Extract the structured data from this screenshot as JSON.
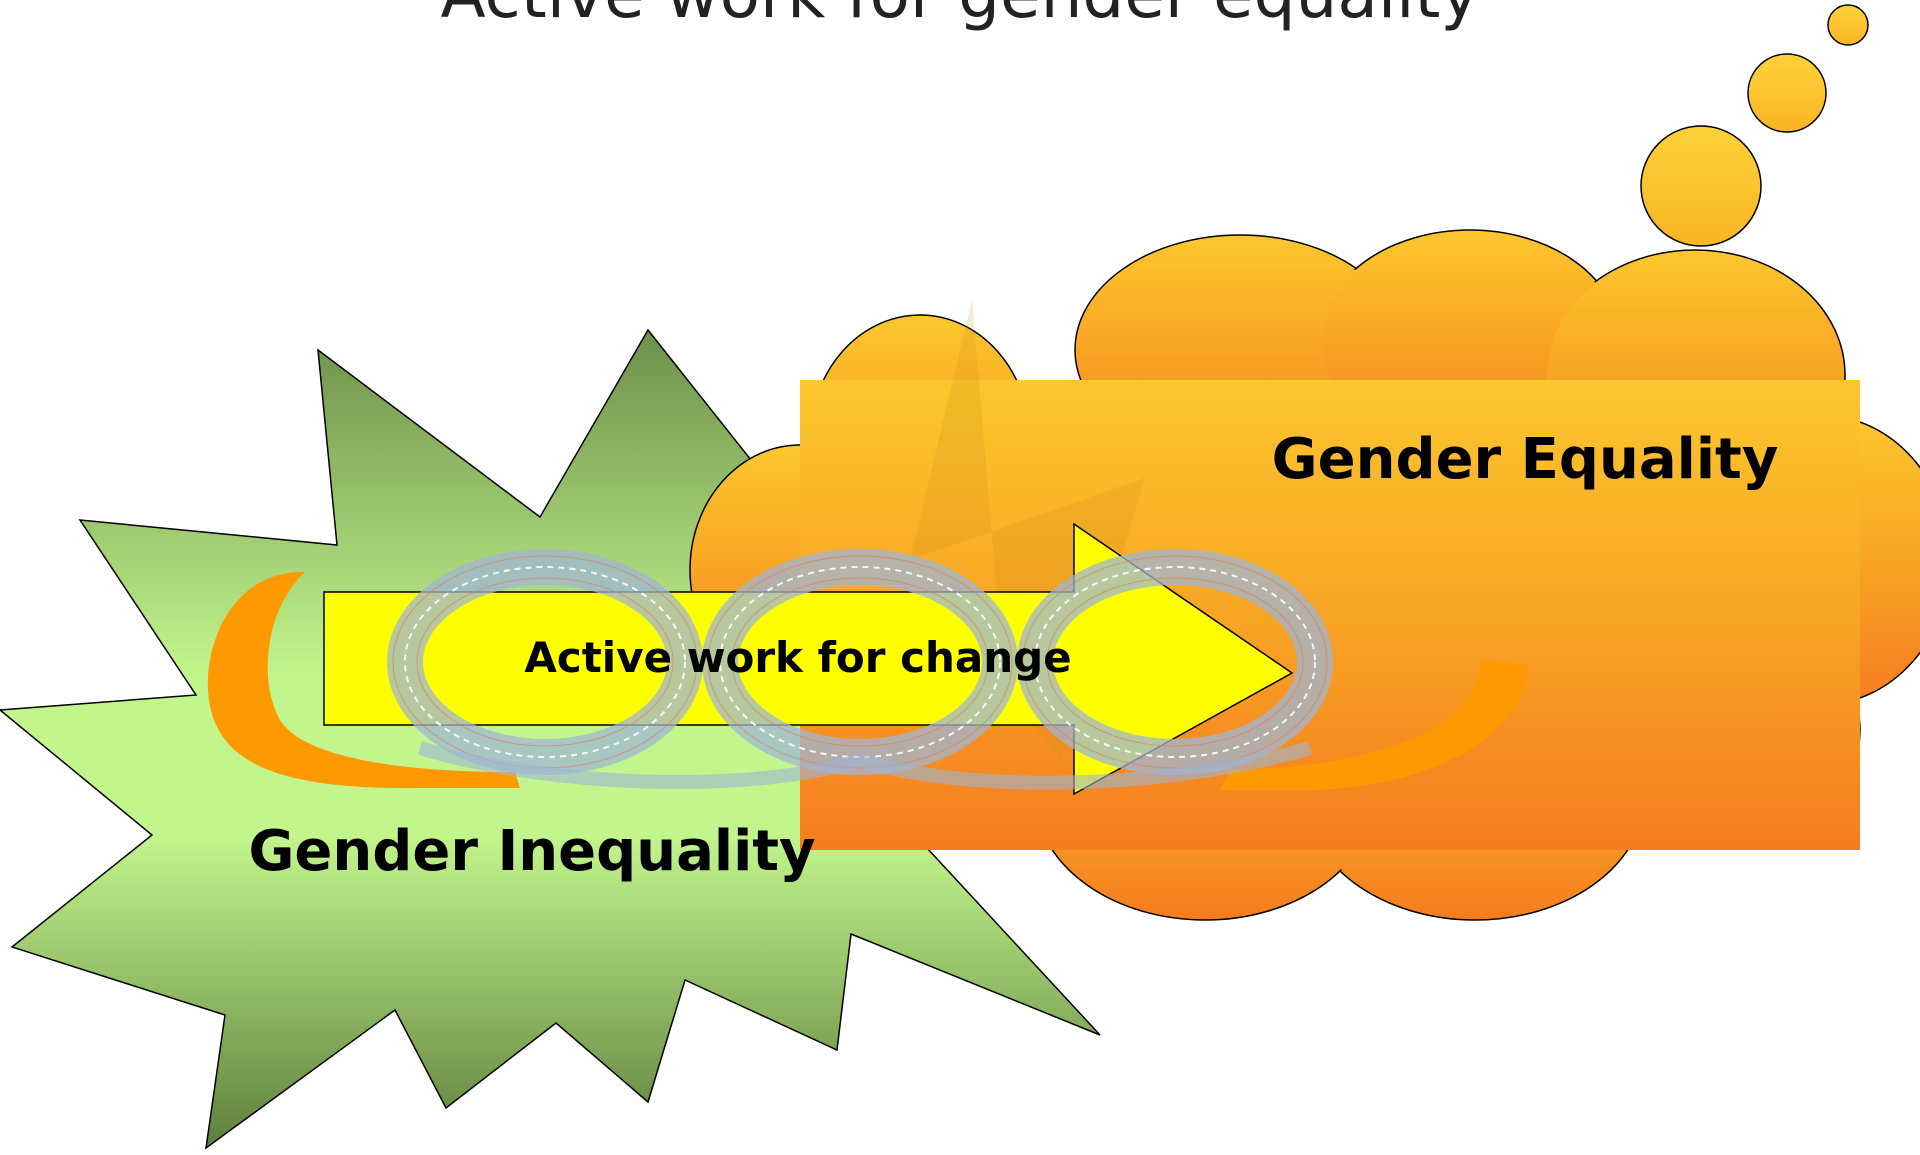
{
  "title": "Active work for gender equality",
  "shapes": {
    "inequality": {
      "label": "Gender Inequality",
      "fill_light": "#c2f58c",
      "fill_dark": "#6e8f4a"
    },
    "equality": {
      "label": "Gender Equality",
      "fill_top": "#fcc62e",
      "fill_bottom": "#f57c1f"
    },
    "arrow": {
      "label": "Active work for change",
      "fill": "#ffff00"
    },
    "thought_bubbles": {
      "fill": "#fcc62e"
    },
    "swirl": {
      "accent": "#ff9900",
      "ring": "#b9cfe6"
    }
  }
}
